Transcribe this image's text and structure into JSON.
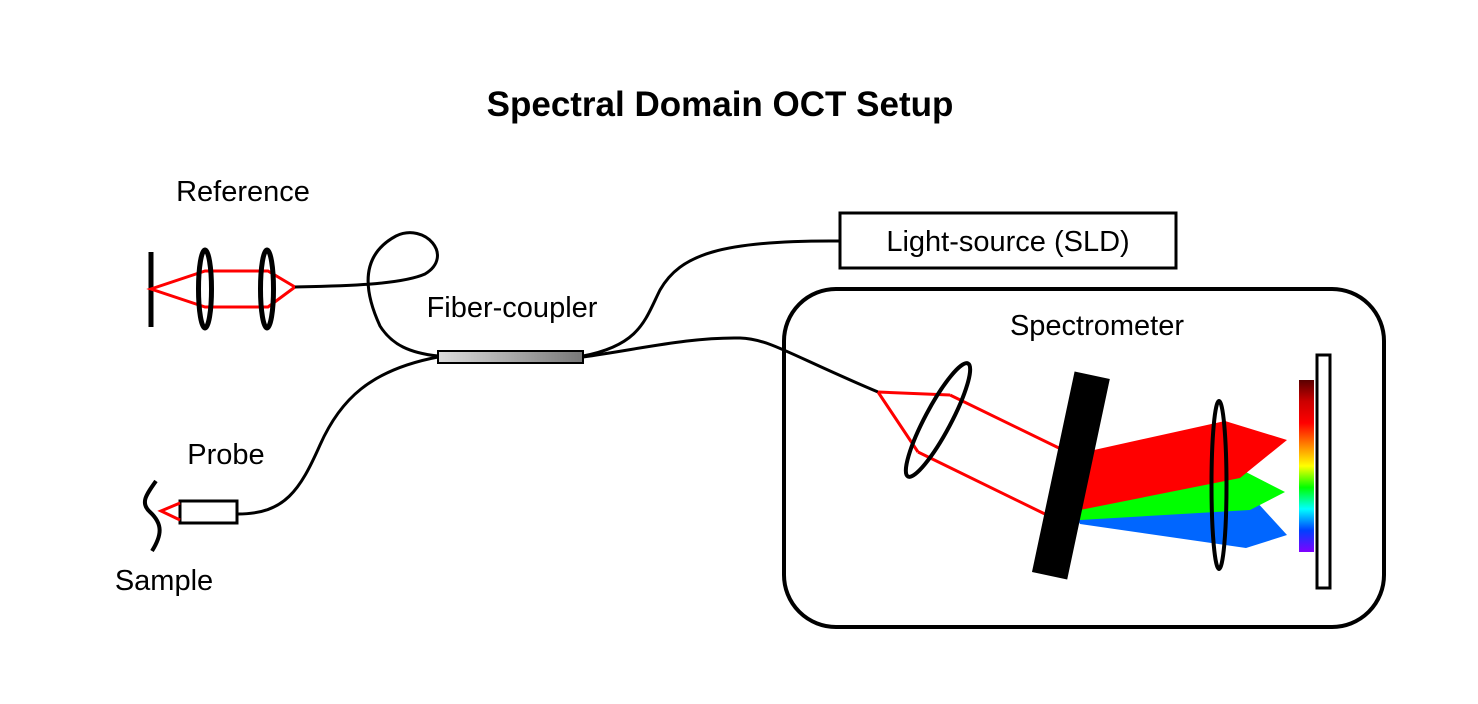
{
  "title": "Spectral Domain OCT Setup",
  "labels": {
    "reference": "Reference",
    "fiber_coupler": "Fiber-coupler",
    "light_source": "Light-source (SLD)",
    "spectrometer": "Spectrometer",
    "probe": "Probe",
    "sample": "Sample"
  },
  "colors": {
    "beam": "#ff0000",
    "line": "#000000",
    "fan_red": "#ff0000",
    "fan_green": "#00ff00",
    "fan_blue": "#0066ff",
    "coupler_gradient": [
      "#dcdcdc",
      "#777777"
    ],
    "detector_spectrum": [
      "#5a0000",
      "#cc0000",
      "#ff0000",
      "#ff8000",
      "#ffff00",
      "#00ff00",
      "#00ffff",
      "#0040ff",
      "#8000ff"
    ]
  }
}
